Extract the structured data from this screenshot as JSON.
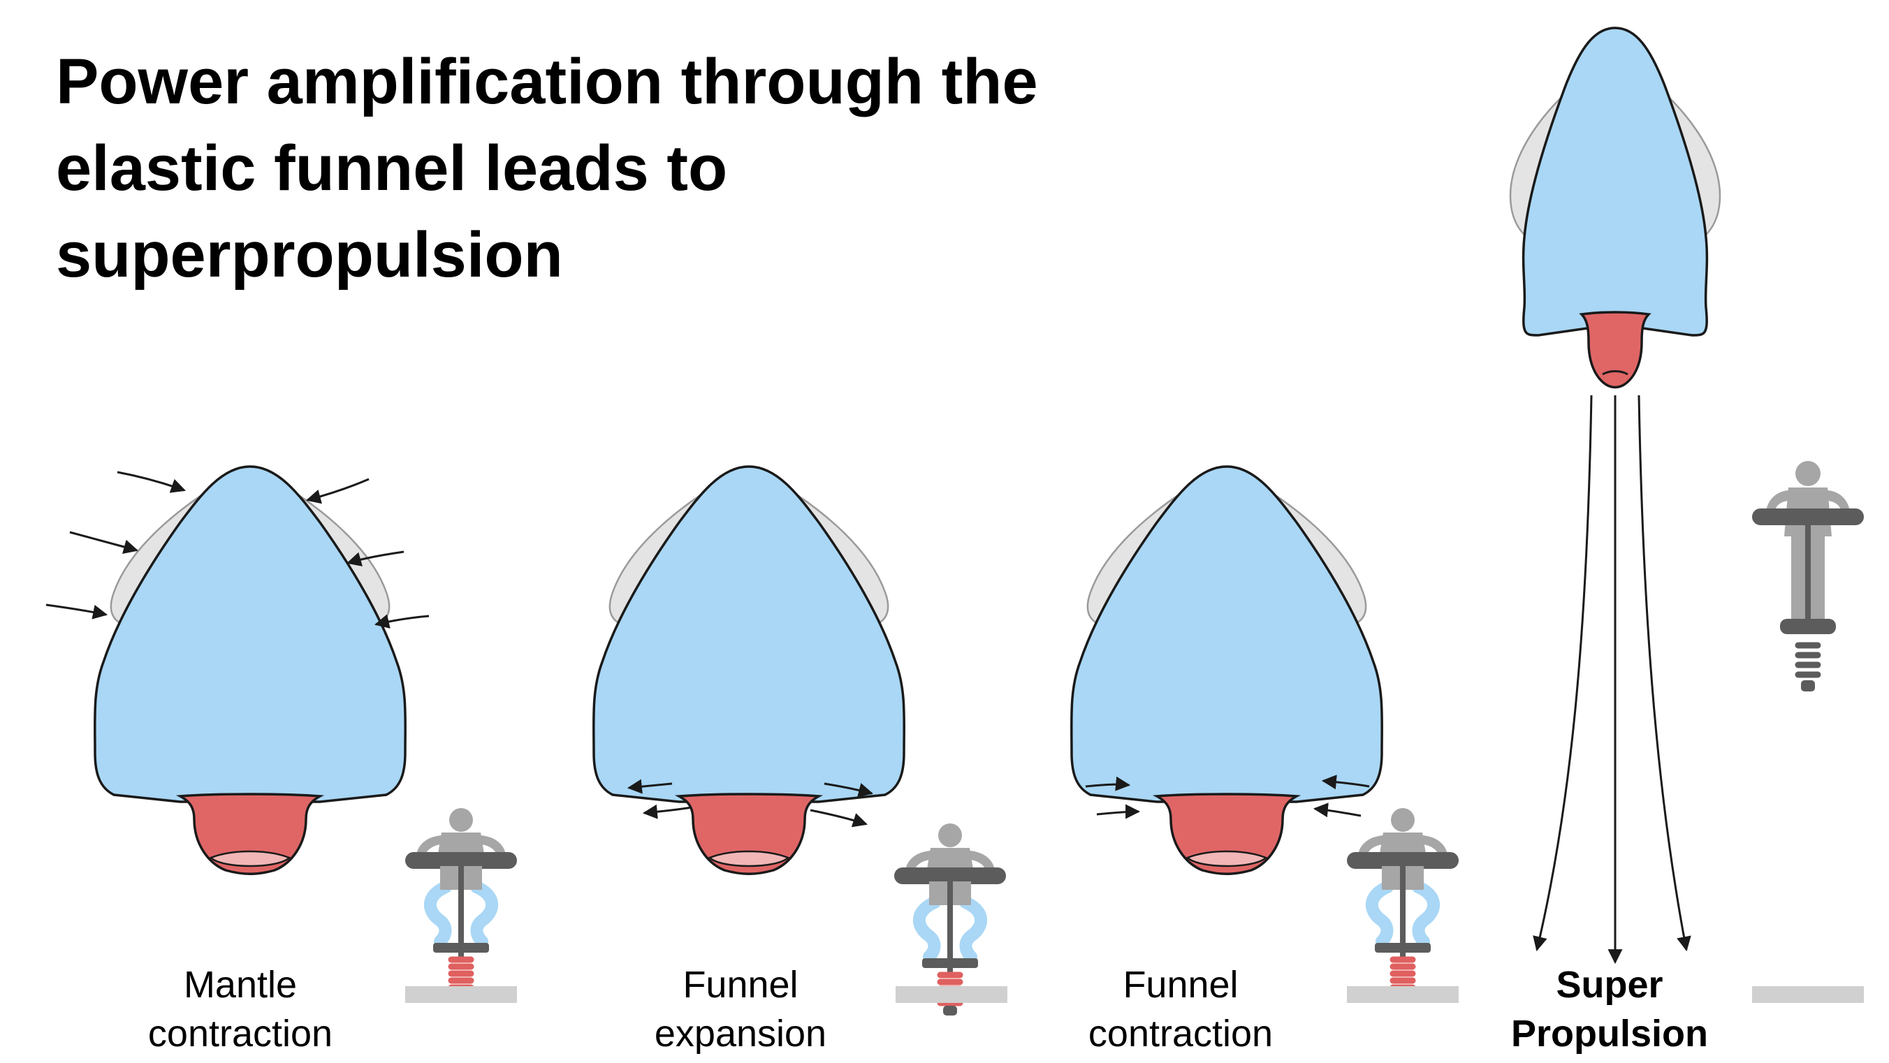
{
  "title": {
    "lines": [
      "Power amplification through the",
      "elastic funnel leads to",
      "superpropulsion"
    ]
  },
  "stages": [
    {
      "label_lines": [
        "Mantle",
        "contraction"
      ],
      "bold": false
    },
    {
      "label_lines": [
        "Funnel",
        "expansion"
      ],
      "bold": false
    },
    {
      "label_lines": [
        "Funnel",
        "contraction"
      ],
      "bold": false
    },
    {
      "label_lines": [
        "Super",
        "Propulsion"
      ],
      "bold": true
    }
  ],
  "icons": [
    "squid-mantle-contraction-icon",
    "squid-funnel-expansion-icon",
    "squid-funnel-contraction-icon",
    "squid-superpropulsion-icon",
    "pogo-stick-rider-icon",
    "jet-flow-arrows-icon",
    "force-arrow-icon"
  ],
  "colors": {
    "mantle_blue": "#a9d7f5",
    "fin_gray": "#e4e4e4",
    "funnel_red": "#e06666",
    "funnel_inner_pink": "#f2b6b6",
    "outline": "#1a1a1a",
    "rider_gray": "#a6a6a6",
    "pogo_dark": "#5c5c5c",
    "spring_red": "#e06060",
    "leg_blue": "#a9d7f5",
    "ground_gray": "#d0d0d0"
  }
}
